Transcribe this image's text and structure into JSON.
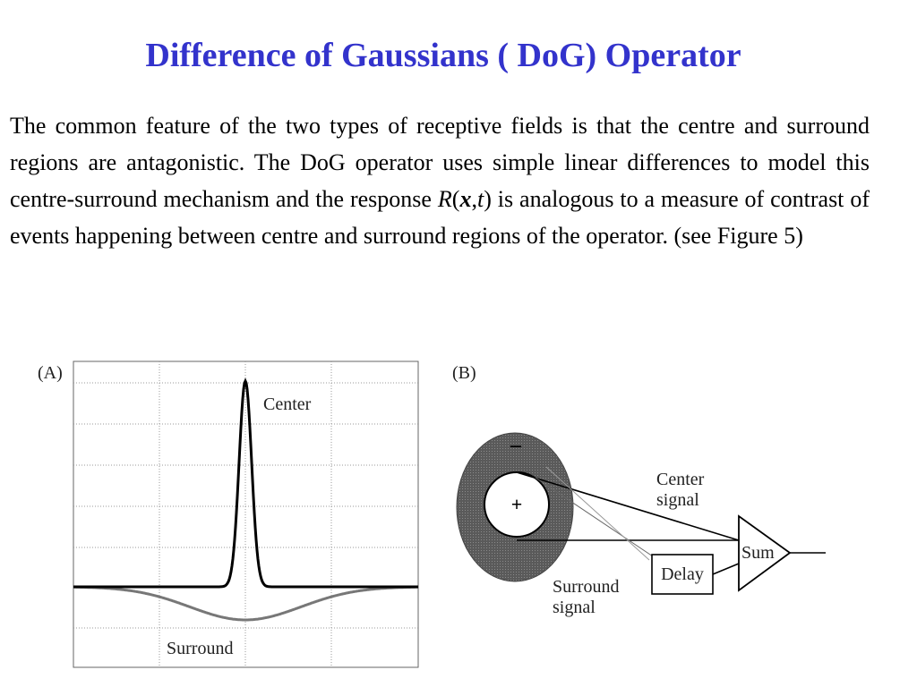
{
  "slide": {
    "title": "Difference of Gaussians ( DoG) Operator",
    "paragraph": {
      "part1": "The common feature of the two types of receptive fields is that the centre and surround regions are antagonistic. The DoG operator uses simple linear differences to model this centre-surround mechanism and the response ",
      "math_R": "R",
      "math_open": "(",
      "math_x": "x",
      "math_comma": ",",
      "math_t": "t",
      "math_close": ")",
      "part2": " is analogous to a measure of contrast of events happening between centre and surround regions of the operator. (see Figure 5)"
    },
    "accent_color": "#3333cc"
  },
  "figure": {
    "panel_a": {
      "label": "(A)",
      "center_label": "Center",
      "surround_label": "Surround"
    },
    "panel_b": {
      "label": "(B)",
      "minus_sign": "–",
      "plus_sign": "+",
      "center_signal_line1": "Center",
      "center_signal_line2": "signal",
      "surround_signal_line1": "Surround",
      "surround_signal_line2": "signal",
      "delay_label": "Delay",
      "sum_label": "Sum"
    }
  }
}
